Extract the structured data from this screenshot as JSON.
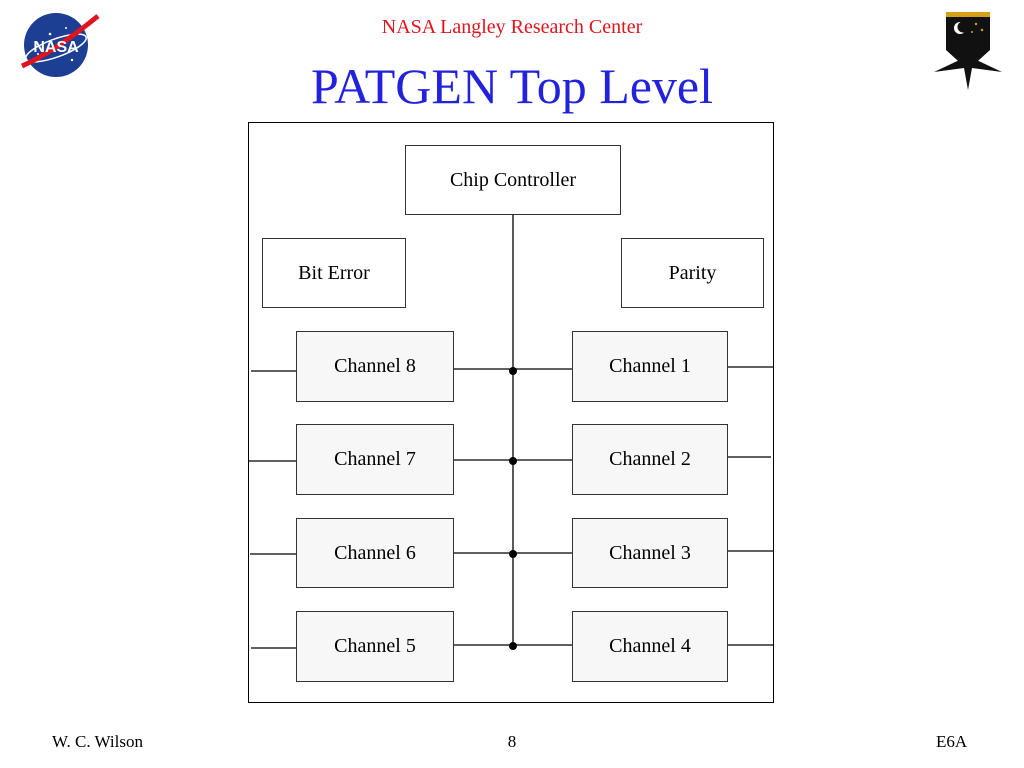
{
  "header": {
    "organization": "NASA Langley Research Center",
    "title": "PATGEN Top Level"
  },
  "logos": {
    "left": {
      "name": "NASA meatball logo",
      "text": "NASA"
    },
    "right": {
      "name": "shield emblem with stars and crescent"
    }
  },
  "diagram": {
    "chip_controller": "Chip Controller",
    "bit_error": "Bit Error",
    "parity": "Parity",
    "channels_left": [
      "Channel 8",
      "Channel 7",
      "Channel 6",
      "Channel 5"
    ],
    "channels_right": [
      "Channel 1",
      "Channel 2",
      "Channel 3",
      "Channel 4"
    ]
  },
  "footer": {
    "author": "W. C. Wilson",
    "page": "8",
    "code": "E6A"
  },
  "colors": {
    "organization": "#e0141e",
    "title": "#2222dd",
    "box_fill": "#f7f7f7"
  }
}
